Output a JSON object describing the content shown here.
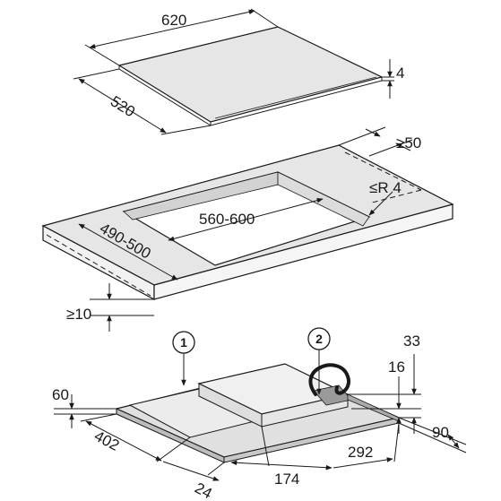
{
  "hob_top": {
    "width_label": "620",
    "depth_label": "520",
    "thickness_label": "4"
  },
  "worktop_cutout": {
    "min_edge_label": "≥50",
    "radius_label": "≤R 4",
    "width_label": "560-600",
    "depth_label": "490-500",
    "front_min_label": "≥10"
  },
  "hob_bottom": {
    "callout_1": "1",
    "callout_2": "2",
    "dim_33": "33",
    "dim_16": "16",
    "dim_60": "60",
    "dim_402": "402",
    "dim_24": "24",
    "dim_174": "174",
    "dim_292": "292",
    "dim_90": "90"
  }
}
